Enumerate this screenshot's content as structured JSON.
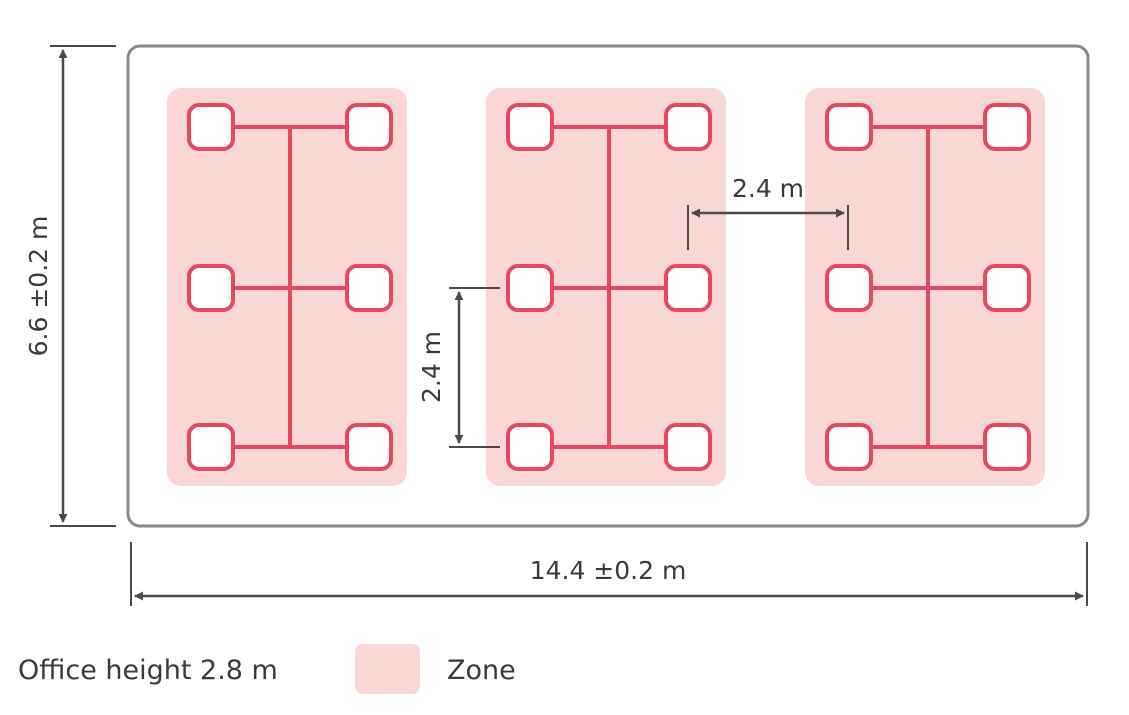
{
  "colors": {
    "room_outline": "#8a8a8a",
    "zone_fill": "#f9d7d4",
    "desk_stroke": "#e8485e",
    "dimension_line": "#4a4a4a",
    "text": "#3a3a3a"
  },
  "room": {
    "width_label": "14.4 ±0.2 m",
    "depth_label": "6.6 ±0.2 m"
  },
  "spacing": {
    "zone_gap_label": "2.4 m",
    "desk_row_gap_label": "2.4 m"
  },
  "zones": [
    {
      "desks": 6
    },
    {
      "desks": 6
    },
    {
      "desks": 6
    }
  ],
  "legend": {
    "height_label": "Office height 2.8 m",
    "zone_label": "Zone"
  }
}
